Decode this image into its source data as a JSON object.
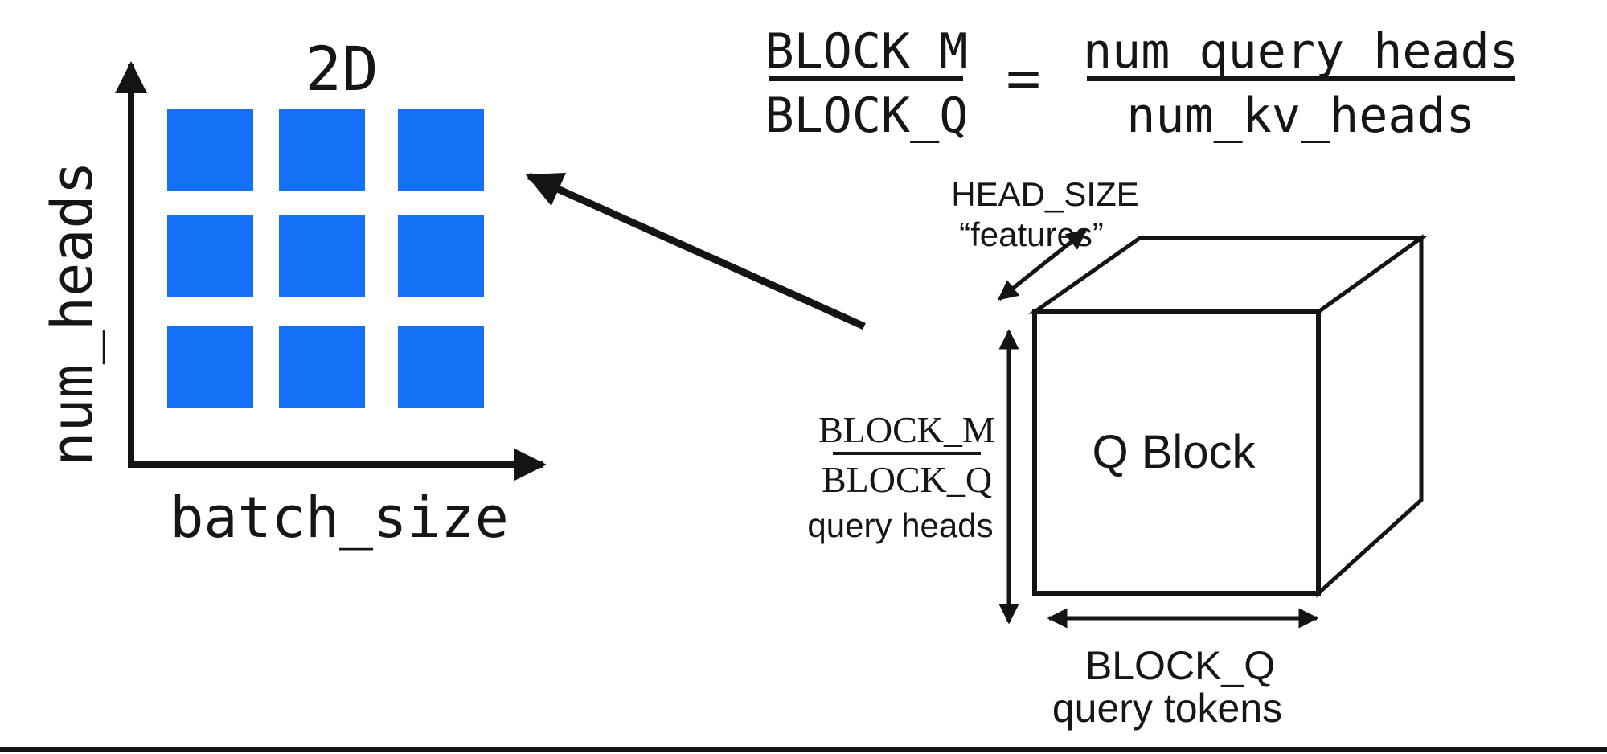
{
  "left_chart": {
    "title": "2D",
    "y_axis_label": "num_heads",
    "x_axis_label": "batch_size",
    "grid_rows": 3,
    "grid_cols": 3,
    "square_color": "#1470F5"
  },
  "equation": {
    "lhs_numerator": "BLOCK_M",
    "lhs_denominator": "BLOCK_Q",
    "equals_sign": "=",
    "rhs_numerator": "num_query_heads",
    "rhs_denominator": "num_kv_heads"
  },
  "cube": {
    "face_label": "Q Block",
    "depth_dim": {
      "name": "HEAD_SIZE",
      "alias": "“features”"
    },
    "height_dim": {
      "numerator": "BLOCK_M",
      "denominator": "BLOCK_Q",
      "unit": "query heads"
    },
    "width_dim": {
      "name": "BLOCK_Q",
      "unit": "query tokens"
    }
  },
  "colors": {
    "ink": "#161616",
    "background": "#ffffff"
  }
}
